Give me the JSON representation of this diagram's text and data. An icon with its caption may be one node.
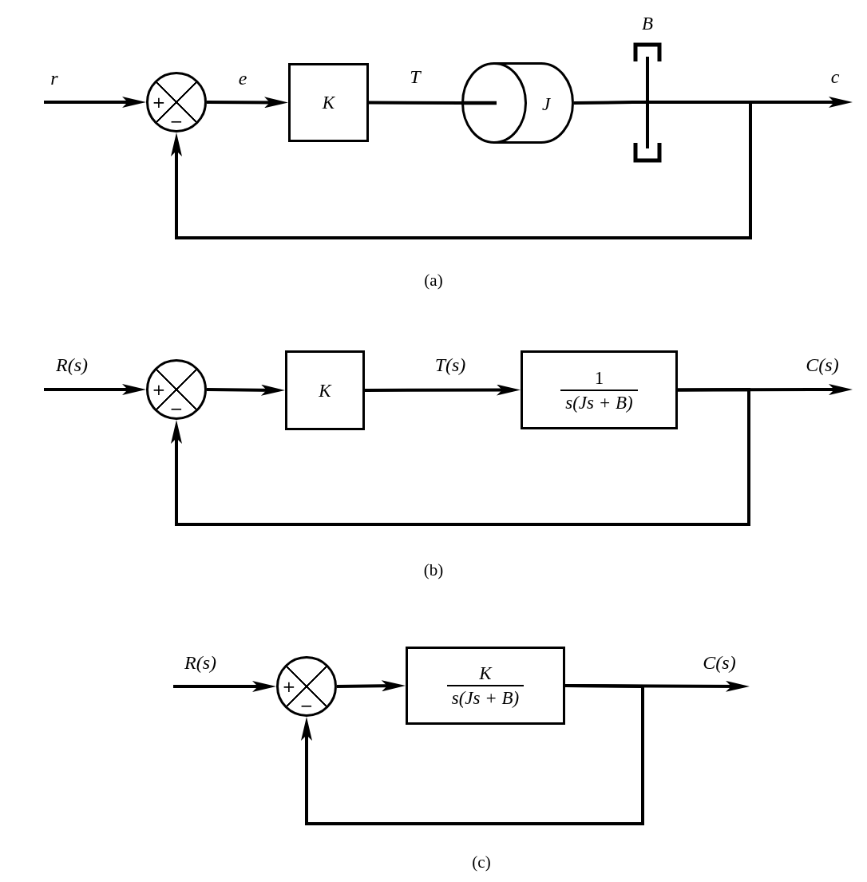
{
  "diagram": {
    "nodes": [
      {
        "text": [
          "+",
          "−"
        ]
      },
      {
        "text": [
          "K"
        ]
      },
      {
        "text": [
          "J"
        ]
      },
      {
        "text": [
          "B"
        ]
      },
      {
        "text": [
          "+",
          "−"
        ]
      },
      {
        "text": [
          "K"
        ]
      },
      {
        "text": [
          "1",
          "s(Js + B)"
        ]
      },
      {
        "text": [
          "+",
          "−"
        ]
      },
      {
        "text": [
          "K",
          "s(Js + B)"
        ]
      }
    ],
    "edges": [
      {
        "from": null,
        "to": 0,
        "arrow": "to",
        "label": "r"
      },
      {
        "from": 0,
        "to": 1,
        "arrow": "to",
        "label": "e"
      },
      {
        "from": 1,
        "to": 2,
        "arrow": "none",
        "label": "T"
      },
      {
        "from": 2,
        "to": 3,
        "arrow": "none"
      },
      {
        "from": 3,
        "to": null,
        "arrow": "to",
        "label": "c"
      },
      {
        "from": 3,
        "to": 0,
        "arrow": "to"
      },
      {
        "from": null,
        "to": 4,
        "arrow": "to",
        "label": "R(s)"
      },
      {
        "from": 4,
        "to": 5,
        "arrow": "to"
      },
      {
        "from": 5,
        "to": 6,
        "arrow": "to",
        "label": "T(s)"
      },
      {
        "from": 6,
        "to": null,
        "arrow": "to",
        "label": "C(s)"
      },
      {
        "from": 6,
        "to": 4,
        "arrow": "to"
      },
      {
        "from": null,
        "to": 7,
        "arrow": "to",
        "label": "R(s)"
      },
      {
        "from": 7,
        "to": 8,
        "arrow": "to"
      },
      {
        "from": 8,
        "to": null,
        "arrow": "to",
        "label": "C(s)"
      },
      {
        "from": 8,
        "to": 7,
        "arrow": "to"
      }
    ],
    "labels": [
      "(a)",
      "(b)",
      "(c)"
    ]
  }
}
